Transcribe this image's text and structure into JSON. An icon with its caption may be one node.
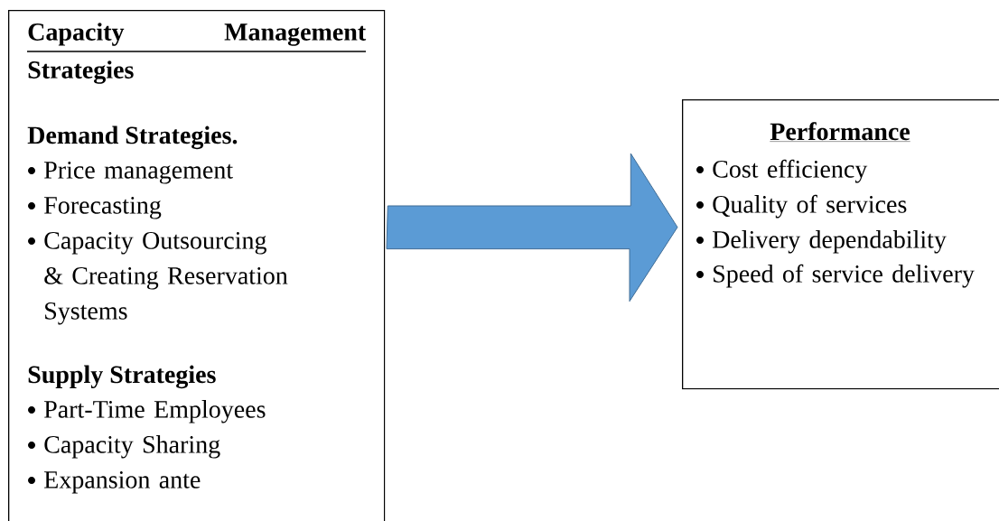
{
  "diagram": {
    "nodes": [
      {
        "text": [
          "Capacity Management Strategies",
          "Demand Strategies.",
          "Price management",
          "Forecasting",
          "Capacity Outsourcing & Creating Reservation Systems",
          "Supply Strategies",
          "Part-Time Employees",
          "Capacity Sharing",
          "Expansion ante"
        ]
      },
      {
        "text": [
          "Performance",
          "Cost efficiency",
          "Quality of services",
          "Delivery dependability",
          "Speed of service delivery"
        ]
      }
    ],
    "edges": [
      {
        "from": 0,
        "to": 1,
        "arrow": "to",
        "color": "#5b9bd5"
      }
    ]
  }
}
